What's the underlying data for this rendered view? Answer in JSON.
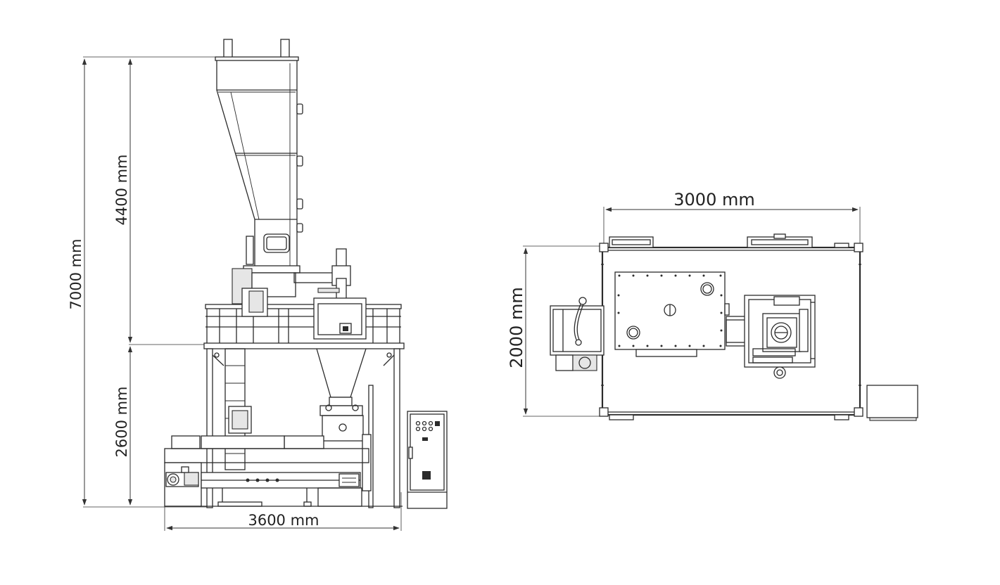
{
  "front_view": {
    "total_height_label": "7000 mm",
    "upper_height_label": "4400 mm",
    "lower_height_label": "2600 mm",
    "width_label": "3600 mm"
  },
  "top_view": {
    "width_label": "3000 mm",
    "depth_label": "2000 mm"
  },
  "colors": {
    "line": "#2b2b2b",
    "background": "#ffffff"
  }
}
